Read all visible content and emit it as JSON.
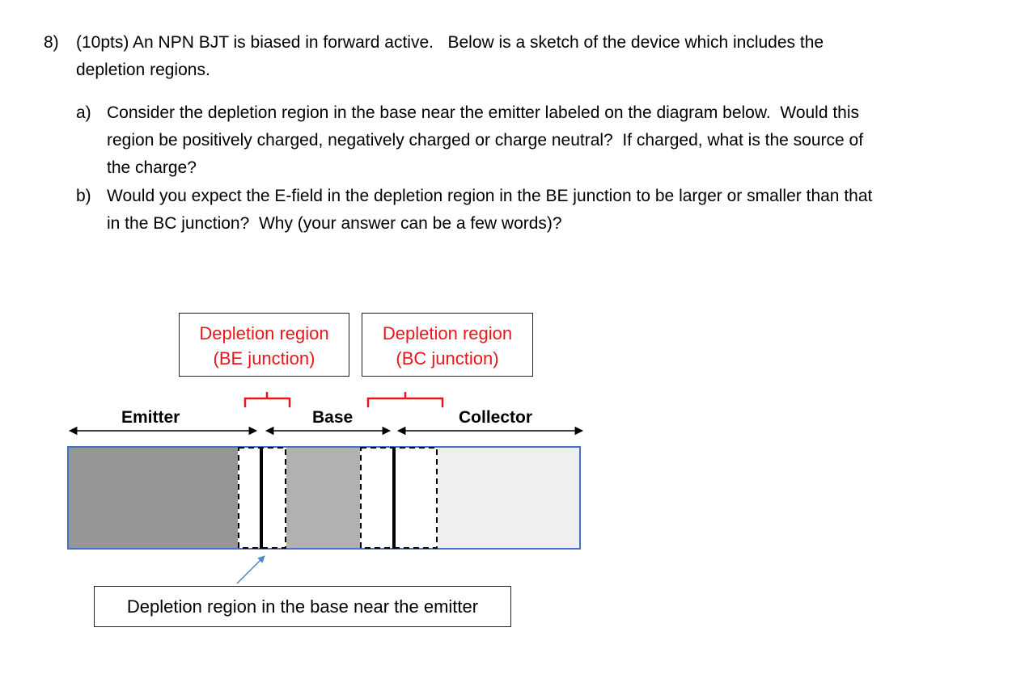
{
  "question": {
    "number": "8)",
    "intro_line1": "(10pts) An NPN BJT is biased in forward active.   Below is a sketch of the device which includes the",
    "intro_line2": "depletion regions.",
    "parts": [
      {
        "marker": "a)",
        "lines": [
          "Consider the depletion region in the base near the emitter labeled on the diagram below.  Would this",
          "region be positively charged, negatively charged or charge neutral?  If charged, what is the source of",
          "the charge?"
        ]
      },
      {
        "marker": "b)",
        "lines": [
          "Would you expect the E-field in the depletion region in the BE junction to be larger or smaller than that",
          "in the BC junction?  Why (your answer can be a few words)?"
        ]
      }
    ]
  },
  "diagram": {
    "be_label": {
      "line1": "Depletion region",
      "line2": "(BE junction)"
    },
    "bc_label": {
      "line1": "Depletion region",
      "line2": "(BC junction)"
    },
    "regions": {
      "emitter": "Emitter",
      "base": "Base",
      "collector": "Collector"
    },
    "callout": "Depletion region in the base near the emitter",
    "colors": {
      "emitter_fill": "#969696",
      "base_fill": "#b1b1b1",
      "collector_fill": "#efefef",
      "outline": "#4472c4",
      "bracket": "#e8161b",
      "arrow": "#4a86c8"
    }
  }
}
